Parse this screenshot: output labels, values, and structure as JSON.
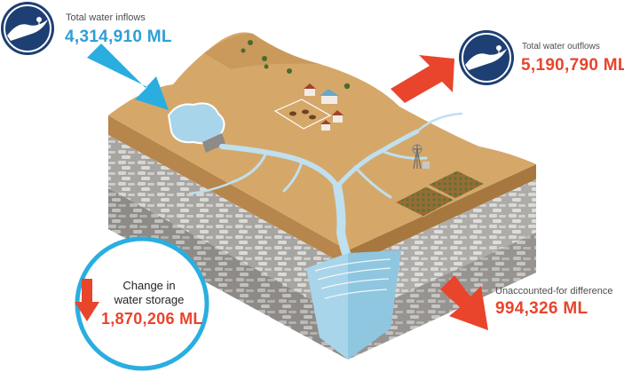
{
  "inflows": {
    "label": "Total water inflows",
    "value": "4,314,910 ML"
  },
  "outflows": {
    "label": "Total water outflows",
    "value": "5,190,790 ML"
  },
  "storage": {
    "label_line1": "Change in",
    "label_line2": "water storage",
    "value": "1,870,206 ML"
  },
  "unaccounted": {
    "label": "Unaccounted-for difference",
    "value": "994,326 ML"
  },
  "colors": {
    "blue_accent": "#2e9fd6",
    "red_accent": "#e8452c",
    "navy_icon": "#1d3f73",
    "land": "#d5a86a",
    "water": "#a9d5ea"
  },
  "icons": {
    "inflow_icon": "river-badge-icon",
    "outflow_icon": "river-badge-icon",
    "inflow_arrow": "arrow-in-icon",
    "outflow_arrow": "arrow-out-icon",
    "storage_arrow": "arrow-down-icon",
    "unaccounted_arrow": "arrow-diagonal-icon"
  }
}
